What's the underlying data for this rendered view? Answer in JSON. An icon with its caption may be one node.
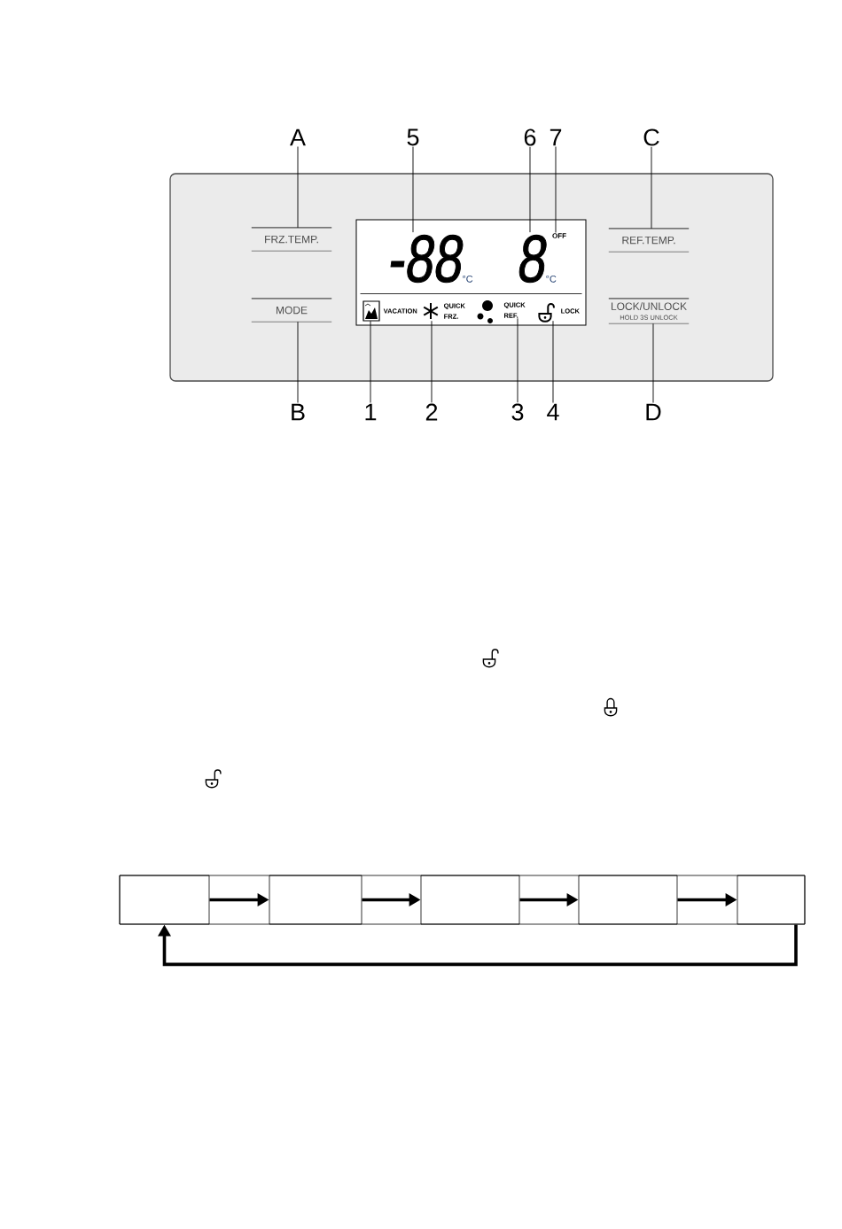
{
  "diagram": {
    "nodes": [
      {
        "text": [
          "A"
        ]
      },
      {
        "text": [
          "5"
        ]
      },
      {
        "text": [
          "6"
        ]
      },
      {
        "text": [
          "7"
        ]
      },
      {
        "text": [
          "C"
        ]
      },
      {
        "text": [],
        "shape": "box"
      },
      {
        "text": [
          "FRZ.TEMP."
        ],
        "in": 5
      },
      {
        "text": [],
        "shape": "box",
        "in": 5
      },
      {
        "text": [
          "-88",
          "°C"
        ],
        "in": 7
      },
      {
        "text": [
          "8",
          "°C"
        ],
        "in": 7
      },
      {
        "text": [
          "OFF"
        ],
        "in": 7
      },
      {
        "text": [
          "REF.TEMP."
        ],
        "in": 5
      },
      {
        "text": [
          "MODE"
        ],
        "in": 5
      },
      {
        "text": [],
        "shape": "icon",
        "beside": [
          "VACATION"
        ],
        "in": 7
      },
      {
        "text": [],
        "shape": "snowflake",
        "beside": [
          "QUICK FRZ."
        ],
        "in": 7
      },
      {
        "text": [
          "QUICK REF."
        ],
        "in": 7
      },
      {
        "text": [],
        "shape": "padlock",
        "beside": [
          "LOCK"
        ],
        "in": 7
      },
      {
        "text": [
          "LOCK/UNLOCK",
          "HOLD 3S UNLOCK"
        ],
        "in": 5
      },
      {
        "text": [
          "B"
        ]
      },
      {
        "text": [
          "1"
        ]
      },
      {
        "text": [
          "2"
        ]
      },
      {
        "text": [
          "3"
        ]
      },
      {
        "text": [
          "4"
        ]
      },
      {
        "text": [
          "D"
        ]
      },
      {
        "text": [],
        "shape": "box"
      },
      {
        "text": [],
        "shape": "box",
        "in": 24
      },
      {
        "text": [],
        "shape": "box",
        "in": 24
      },
      {
        "text": [],
        "shape": "box",
        "in": 24
      },
      {
        "text": [],
        "shape": "box",
        "in": 24
      },
      {
        "text": [],
        "shape": "box",
        "in": 24
      }
    ],
    "edges": [
      {
        "from": 0,
        "to": 6,
        "arrow": "none"
      },
      {
        "from": 1,
        "to": 8,
        "arrow": "none"
      },
      {
        "from": 2,
        "to": 9,
        "arrow": "none"
      },
      {
        "from": 3,
        "to": 10,
        "arrow": "none"
      },
      {
        "from": 4,
        "to": 11,
        "arrow": "none"
      },
      {
        "from": 18,
        "to": 12,
        "arrow": "none"
      },
      {
        "from": 19,
        "to": 13,
        "arrow": "none"
      },
      {
        "from": 20,
        "to": 14,
        "arrow": "none"
      },
      {
        "from": 21,
        "to": 15,
        "arrow": "none"
      },
      {
        "from": 22,
        "to": 16,
        "arrow": "none"
      },
      {
        "from": 23,
        "to": 17,
        "arrow": "none"
      },
      {
        "from": 25,
        "to": 26,
        "arrow": "to",
        "style": "thick"
      },
      {
        "from": 26,
        "to": 27,
        "arrow": "to",
        "style": "thick"
      },
      {
        "from": 27,
        "to": 28,
        "arrow": "to",
        "style": "thick"
      },
      {
        "from": 28,
        "to": 29,
        "arrow": "to",
        "style": "thick"
      },
      {
        "from": 29,
        "to": 25,
        "arrow": "to",
        "style": "thick"
      }
    ]
  }
}
